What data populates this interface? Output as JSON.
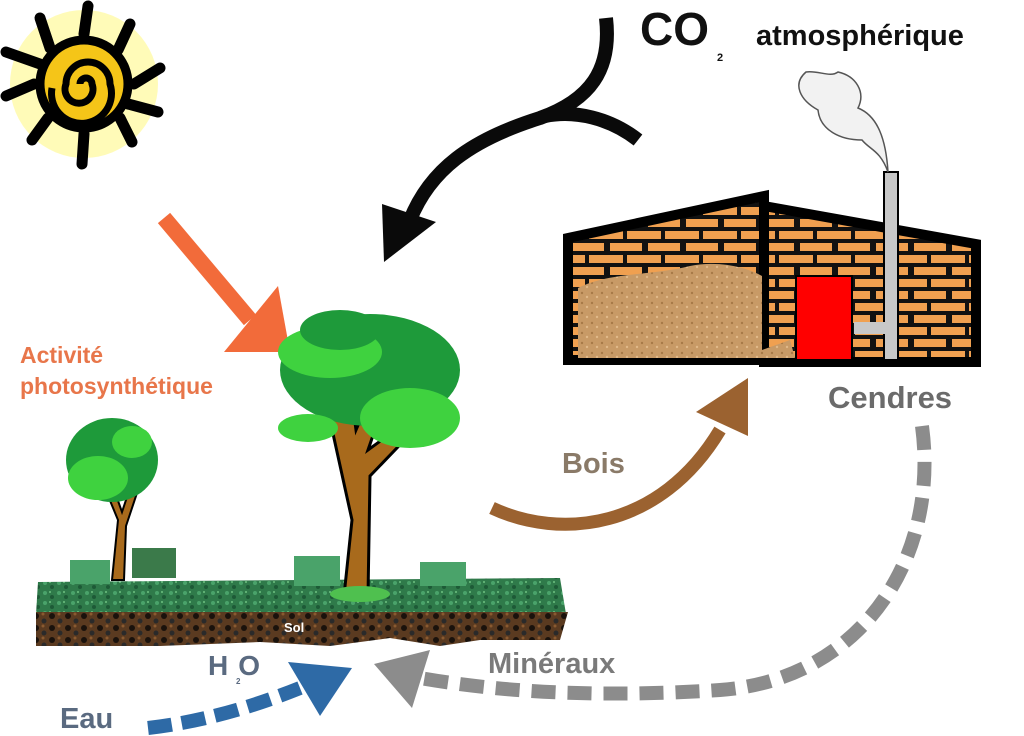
{
  "diagram": {
    "title": "Cycle du carbone du bois énergie",
    "labels": {
      "co2": "CO",
      "co2_subscript": "2",
      "atmospheric": "atmosphérique",
      "photosynthesis_line1": "Activité",
      "photosynthesis_line2": "photosynthétique",
      "ashes": "Cendres",
      "wood": "Bois",
      "soil": "Sol",
      "h2o_h": "H",
      "h2o_o": "O",
      "h2o_subscript": "2",
      "minerals": "Minéraux",
      "water": "Eau"
    },
    "colors": {
      "co2_arrow": "#0a0a0a",
      "photosynthesis": "#f26b3a",
      "photosynthesis_text": "#e8764a",
      "wood_arrow": "#9b6230",
      "wood_text": "#8a7a68",
      "ashes_text": "#6b6b6b",
      "minerals_arrow": "#8c8c8c",
      "minerals_text": "#7a7a7a",
      "water_arrow": "#2e6aa6",
      "water_text": "#5a6a80",
      "brick": "#f0a050",
      "door": "#ff0000",
      "sawdust": "#c89a66",
      "foliage_dark": "#1e9a3a",
      "foliage_light": "#3fd23f",
      "trunk": "#a86a1c",
      "grass": "#2f7a4a",
      "soil": "#5a3a20",
      "sun": "#f5c518"
    },
    "nodes": [
      {
        "id": "sun",
        "name": "Soleil"
      },
      {
        "id": "atmosphere",
        "name": "CO2 atmosphérique"
      },
      {
        "id": "trees",
        "name": "Arbres"
      },
      {
        "id": "boiler-house",
        "name": "Chaufferie"
      },
      {
        "id": "soil",
        "name": "Sol"
      }
    ],
    "flows": [
      {
        "from": "atmosphere",
        "to": "trees",
        "label": "CO2"
      },
      {
        "from": "sun",
        "to": "trees",
        "label": "Activité photosynthétique"
      },
      {
        "from": "trees",
        "to": "boiler-house",
        "label": "Bois"
      },
      {
        "from": "boiler-house",
        "to": "soil",
        "label": "Cendres → Minéraux",
        "style": "dashed"
      },
      {
        "from": "water",
        "to": "soil",
        "label": "Eau / H2O",
        "style": "dashed"
      }
    ]
  }
}
